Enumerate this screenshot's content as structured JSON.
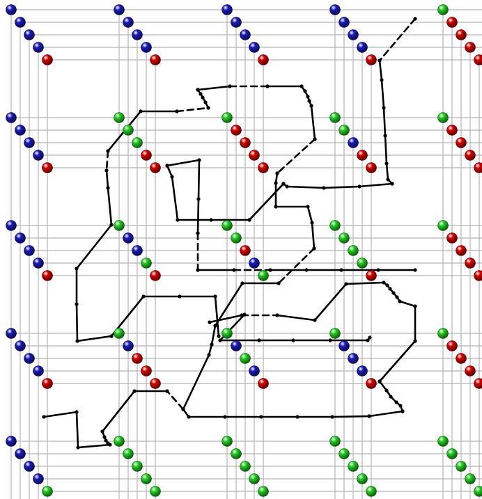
{
  "diagram": {
    "grid": {
      "columns": 5,
      "rows": 5,
      "layers": 5
    },
    "colors": {
      "background": "#ffffff",
      "grid_line": "#b3b3b3",
      "path": "#000000",
      "red": "#d40000",
      "green": "#22cc22",
      "blue": "#1a1ab8"
    },
    "cell_pattern": {
      "default": [
        "blue",
        "blue",
        "blue",
        "blue",
        "red"
      ],
      "column_0": {
        "rows_0_to_3": [
          "blue",
          "blue",
          "blue",
          "blue",
          "red"
        ],
        "row_4": [
          "blue",
          "blue",
          "blue",
          "blue",
          "green"
        ]
      },
      "overrides": [
        {
          "col": 1,
          "row": 1,
          "colors": [
            "green",
            "green",
            "green",
            "red",
            "red"
          ]
        },
        {
          "col": 2,
          "row": 1,
          "colors": [
            "green",
            "red",
            "red",
            "red",
            "red"
          ]
        },
        {
          "col": 3,
          "row": 1,
          "colors": [
            "green",
            "green",
            "blue",
            "red",
            "red"
          ]
        },
        {
          "col": 4,
          "row": 1,
          "colors": [
            "green",
            "red",
            "red",
            "red",
            "red"
          ]
        },
        {
          "col": 1,
          "row": 2,
          "colors": [
            "green",
            "blue",
            "blue",
            "green",
            "red"
          ]
        },
        {
          "col": 2,
          "row": 2,
          "colors": [
            "green",
            "green",
            "red",
            "blue",
            "green"
          ]
        },
        {
          "col": 3,
          "row": 2,
          "colors": [
            "green",
            "green",
            "green",
            "green",
            "red"
          ]
        },
        {
          "col": 4,
          "row": 2,
          "colors": [
            "green",
            "red",
            "red",
            "red",
            "red"
          ]
        },
        {
          "col": 1,
          "row": 3,
          "colors": [
            "green",
            "blue",
            "red",
            "red",
            "red"
          ]
        },
        {
          "col": 2,
          "row": 3,
          "colors": [
            "green",
            "blue",
            "green",
            "blue",
            "red"
          ]
        },
        {
          "col": 3,
          "row": 3,
          "colors": [
            "green",
            "blue",
            "blue",
            "blue",
            "red"
          ]
        },
        {
          "col": 4,
          "row": 3,
          "colors": [
            "green",
            "red",
            "red",
            "red",
            "red"
          ]
        },
        {
          "col": 1,
          "row": 4,
          "colors": [
            "green",
            "green",
            "green",
            "green",
            "green"
          ]
        },
        {
          "col": 2,
          "row": 4,
          "colors": [
            "green",
            "green",
            "green",
            "green",
            "green"
          ]
        },
        {
          "col": 3,
          "row": 4,
          "colors": [
            "green",
            "green",
            "green",
            "green",
            "green"
          ]
        },
        {
          "col": 4,
          "row": 4,
          "colors": [
            "green",
            "green",
            "green",
            "green",
            "green"
          ]
        },
        {
          "col": 1,
          "row": 0,
          "colors": [
            "blue",
            "blue",
            "blue",
            "blue",
            "red"
          ]
        },
        {
          "col": 4,
          "row": 0,
          "colors": [
            "green",
            "red",
            "red",
            "red",
            "red"
          ]
        }
      ]
    }
  }
}
